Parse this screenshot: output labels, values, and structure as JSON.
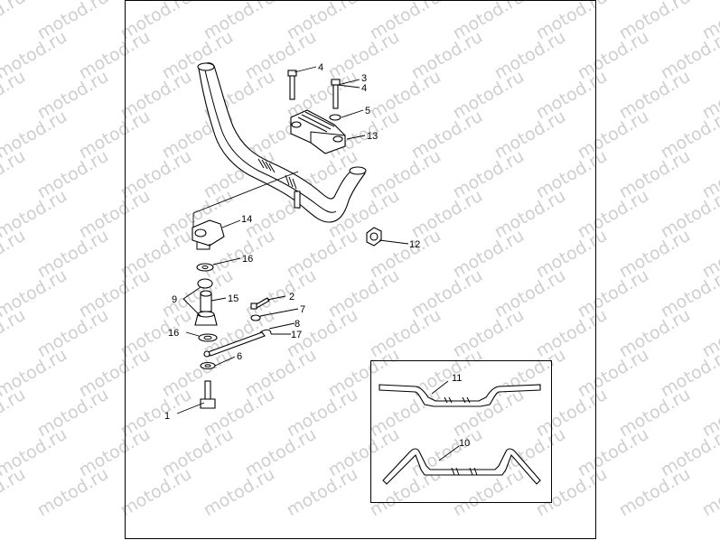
{
  "watermark": {
    "text": "motod.ru",
    "color": "#cfcfcf"
  },
  "frame": {
    "border_color": "#000000",
    "background": "#ffffff"
  },
  "callouts": [
    {
      "id": "c1",
      "label": "1"
    },
    {
      "id": "c2",
      "label": "2"
    },
    {
      "id": "c3",
      "label": "3"
    },
    {
      "id": "c4a",
      "label": "4"
    },
    {
      "id": "c4b",
      "label": "4"
    },
    {
      "id": "c5",
      "label": "5"
    },
    {
      "id": "c6",
      "label": "6"
    },
    {
      "id": "c7",
      "label": "7"
    },
    {
      "id": "c8",
      "label": "8"
    },
    {
      "id": "c9",
      "label": "9"
    },
    {
      "id": "c10",
      "label": "10"
    },
    {
      "id": "c11",
      "label": "11"
    },
    {
      "id": "c12",
      "label": "12"
    },
    {
      "id": "c13",
      "label": "13"
    },
    {
      "id": "c14",
      "label": "14"
    },
    {
      "id": "c15",
      "label": "15"
    },
    {
      "id": "c16a",
      "label": "16"
    },
    {
      "id": "c16b",
      "label": "16"
    },
    {
      "id": "c17",
      "label": "17"
    }
  ],
  "inset": {
    "parts": [
      "11",
      "10"
    ]
  }
}
